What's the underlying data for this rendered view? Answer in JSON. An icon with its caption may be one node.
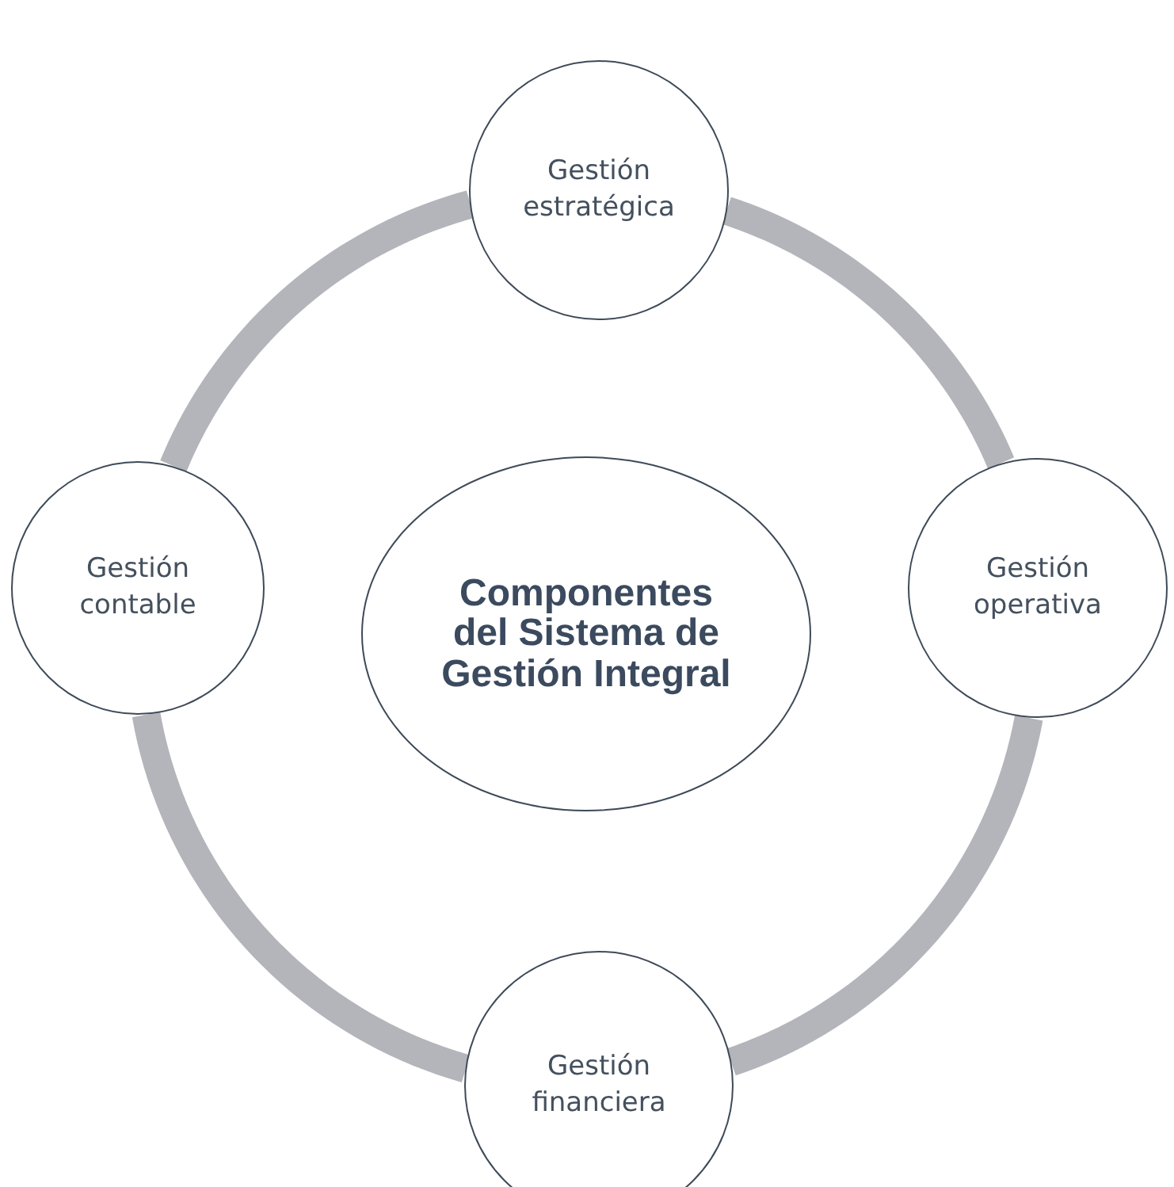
{
  "diagram": {
    "nodes": [
      {
        "text": [
          "Gestión estratégica"
        ]
      },
      {
        "text": [
          "Gestión contable"
        ]
      },
      {
        "text": [
          "Componentes del Sistema de Gestión Integral"
        ]
      },
      {
        "text": [
          "Gestión operativa"
        ]
      },
      {
        "text": [
          "Gestión financiera"
        ]
      }
    ],
    "edges": [
      {
        "from": 0,
        "to": 3,
        "arrow": "none"
      },
      {
        "from": 3,
        "to": 4,
        "arrow": "none"
      },
      {
        "from": 4,
        "to": 1,
        "arrow": "none"
      },
      {
        "from": 1,
        "to": 0,
        "arrow": "none"
      }
    ]
  }
}
